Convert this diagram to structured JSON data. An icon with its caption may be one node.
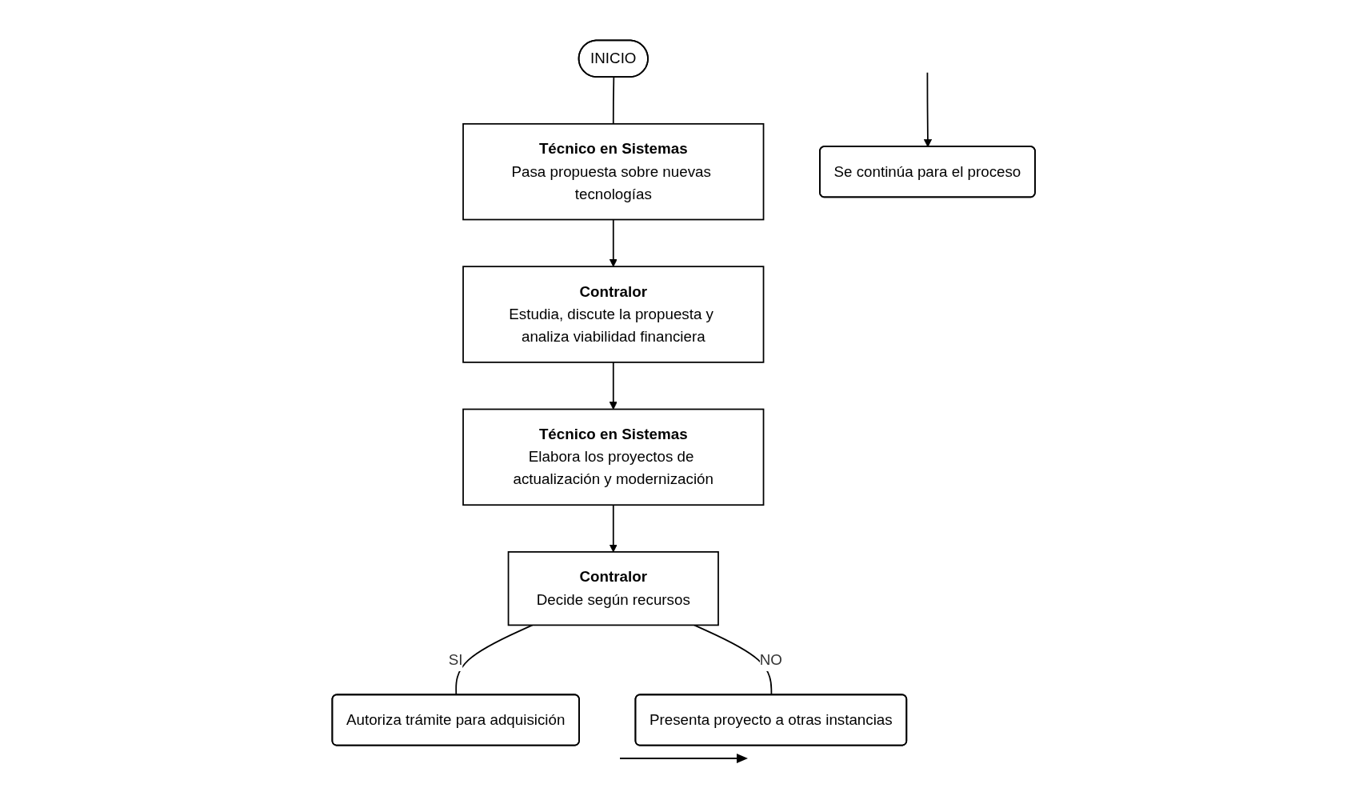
{
  "diagram": {
    "nodes": [
      {
        "text": [
          "INICIO"
        ]
      },
      {
        "text": [
          "Técnico en Sistemas",
          "Pasa propuesta sobre nuevas tecnologías"
        ]
      },
      {
        "text": [
          "Contralor",
          "Estudia, discute la propuesta y analiza viabilidad financiera"
        ]
      },
      {
        "text": [
          "Técnico en Sistemas",
          "Elabora los proyectos de actualización y modernización"
        ]
      },
      {
        "text": [
          "Contralor",
          "Decide según recursos"
        ]
      },
      {
        "text": [
          "Autoriza trámite para adquisición"
        ]
      },
      {
        "text": [
          "Presenta proyecto a otras instancias"
        ]
      },
      {
        "text": [
          "Se continúa para el proceso"
        ]
      }
    ],
    "edges": [
      {
        "from": 0,
        "to": 1,
        "arrow": "none"
      },
      {
        "from": 1,
        "to": 2,
        "arrow": "to"
      },
      {
        "from": 2,
        "to": 3,
        "arrow": "to"
      },
      {
        "from": 3,
        "to": 4,
        "arrow": "to"
      },
      {
        "from": 4,
        "to": 5,
        "arrow": "none",
        "label": "SI"
      },
      {
        "from": 4,
        "to": 6,
        "arrow": "none",
        "label": "NO"
      },
      {
        "from": null,
        "to": 7,
        "arrow": "to"
      }
    ]
  }
}
